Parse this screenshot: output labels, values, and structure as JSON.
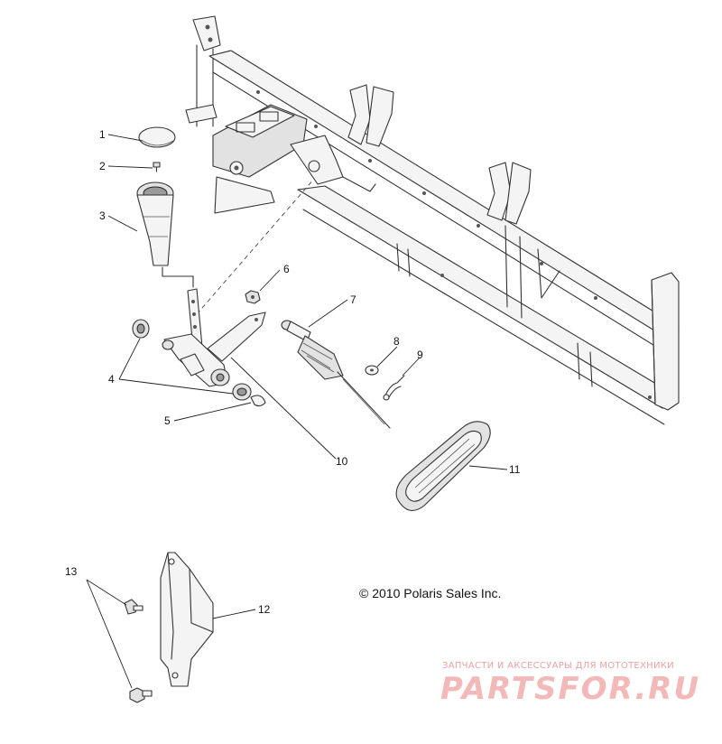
{
  "callouts": [
    {
      "label": "1"
    },
    {
      "label": "2"
    },
    {
      "label": "3"
    },
    {
      "label": "4"
    },
    {
      "label": "5"
    },
    {
      "label": "6"
    },
    {
      "label": "7"
    },
    {
      "label": "8"
    },
    {
      "label": "9"
    },
    {
      "label": "10"
    },
    {
      "label": "11"
    },
    {
      "label": "12"
    },
    {
      "label": "13"
    }
  ],
  "copyright": "© 2010 Polaris Sales Inc.",
  "watermark": {
    "tagline": "ЗАПЧАСТИ И АКСЕССУАРЫ ДЛЯ МОТОТЕХНИКИ",
    "brand": "PARTSFOR.RU"
  }
}
